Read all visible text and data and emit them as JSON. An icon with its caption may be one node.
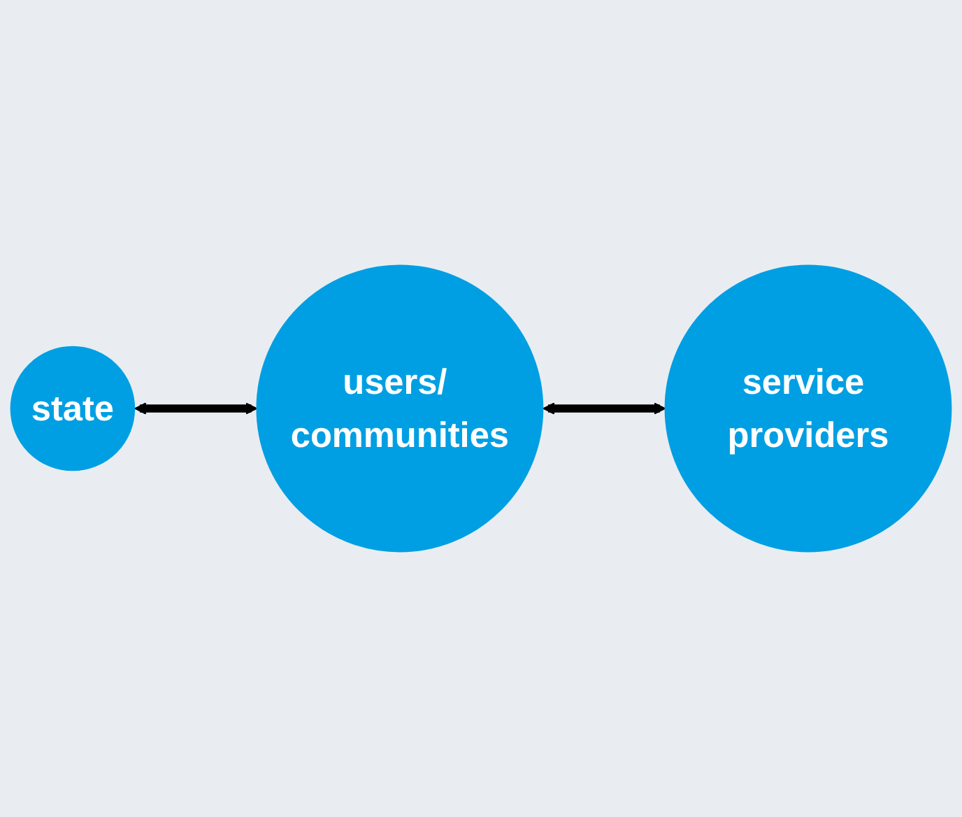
{
  "diagram": {
    "nodes": [
      {
        "text": [
          "state"
        ]
      },
      {
        "text": [
          "users/ communities"
        ]
      },
      {
        "text": [
          "service providers"
        ]
      }
    ],
    "edges": [
      {
        "from": 0,
        "to": 1,
        "arrow": "both"
      },
      {
        "from": 1,
        "to": 2,
        "arrow": "both"
      }
    ]
  }
}
